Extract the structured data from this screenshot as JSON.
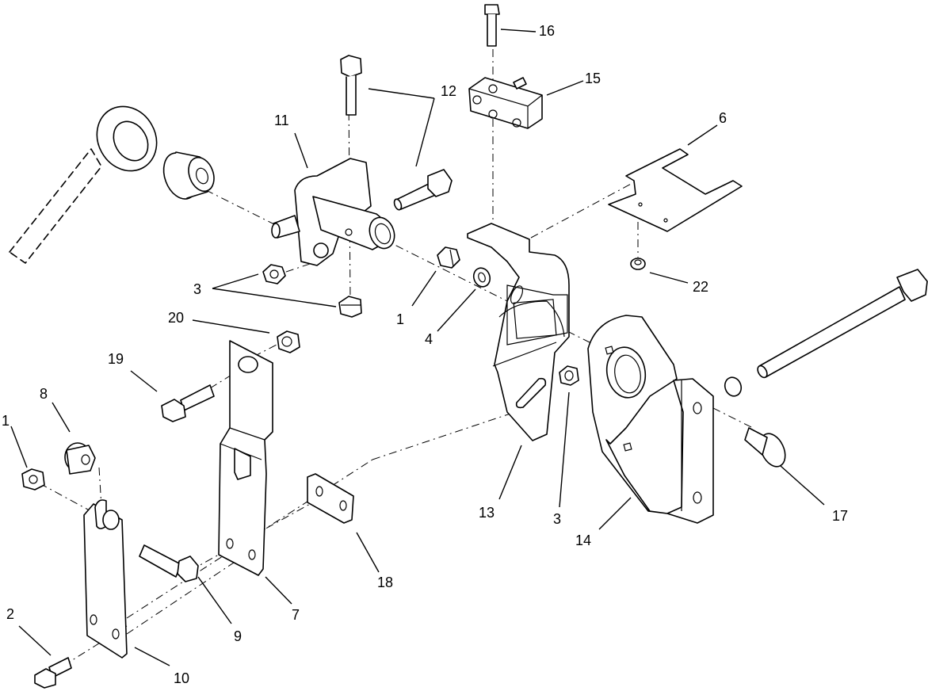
{
  "callouts": [
    {
      "id": "c1a",
      "label": "1"
    },
    {
      "id": "c1b",
      "label": "1"
    },
    {
      "id": "c2",
      "label": "2"
    },
    {
      "id": "c3a",
      "label": "3"
    },
    {
      "id": "c3b",
      "label": "3"
    },
    {
      "id": "c4",
      "label": "4"
    },
    {
      "id": "c6",
      "label": "6"
    },
    {
      "id": "c7",
      "label": "7"
    },
    {
      "id": "c8",
      "label": "8"
    },
    {
      "id": "c9",
      "label": "9"
    },
    {
      "id": "c10",
      "label": "10"
    },
    {
      "id": "c11",
      "label": "11"
    },
    {
      "id": "c12",
      "label": "12"
    },
    {
      "id": "c13",
      "label": "13"
    },
    {
      "id": "c14",
      "label": "14"
    },
    {
      "id": "c15",
      "label": "15"
    },
    {
      "id": "c16",
      "label": "16"
    },
    {
      "id": "c17",
      "label": "17"
    },
    {
      "id": "c18",
      "label": "18"
    },
    {
      "id": "c19",
      "label": "19"
    },
    {
      "id": "c20",
      "label": "20"
    },
    {
      "id": "c22",
      "label": "22"
    }
  ]
}
